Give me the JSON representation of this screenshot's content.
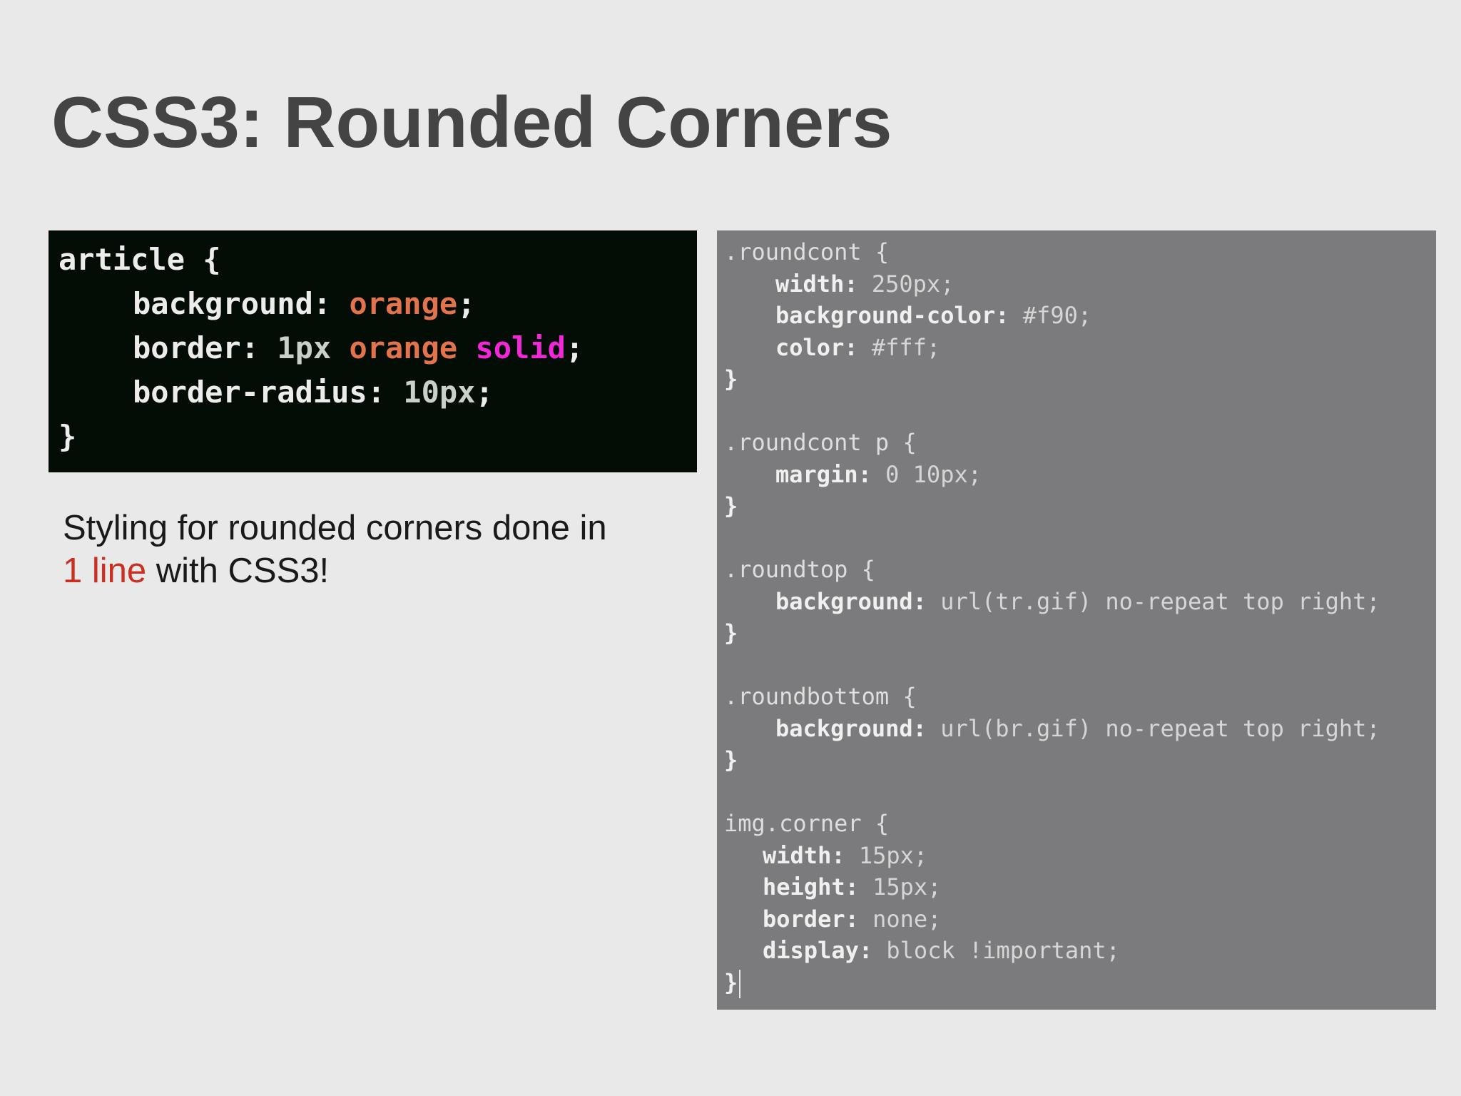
{
  "slide": {
    "title": "CSS3: Rounded Corners"
  },
  "dark_code": {
    "line1": "article {",
    "bg_prop": "background: ",
    "bg_val": "orange",
    "bg_end": ";",
    "border_prop": "border: ",
    "border_num": "1px",
    "border_color": "orange",
    "border_style": "solid",
    "border_end": ";",
    "radius_prop": "border-radius: ",
    "radius_val": "10px",
    "radius_end": ";",
    "close": "}"
  },
  "caption": {
    "line1": "Styling for rounded corners done in",
    "highlight": "1 line",
    "rest": " with CSS3!"
  },
  "gray_code": {
    "rc_sel": ".roundcont {",
    "rc_width_prop": "width: ",
    "rc_width_val": "250px;",
    "rc_bg_prop": "background-color: ",
    "rc_bg_val": "#f90;",
    "rc_color_prop": "color: ",
    "rc_color_val": "#fff;",
    "rc_close": "}",
    "rcp_sel": ".roundcont p {",
    "rcp_margin_prop": "margin: ",
    "rcp_margin_val": "0 10px;",
    "rcp_close": "}",
    "rt_sel": ".roundtop {",
    "rt_bg_prop": "background: ",
    "rt_bg_val": "url(tr.gif) no-repeat top right;",
    "rt_close": "}",
    "rb_sel": ".roundbottom {",
    "rb_bg_prop": "background: ",
    "rb_bg_val": "url(br.gif) no-repeat top right;",
    "rb_close": "}",
    "ic_sel": "img.corner {",
    "ic_width_prop": "width: ",
    "ic_width_val": "15px;",
    "ic_height_prop": "height: ",
    "ic_height_val": "15px;",
    "ic_border_prop": "border: ",
    "ic_border_val": "none;",
    "ic_display_prop": "display: ",
    "ic_display_val": "block !important;",
    "ic_close": "}"
  },
  "colors": {
    "background": "#eae9ea",
    "title": "#444444",
    "dark_code_bg": "#030c05",
    "gray_code_bg": "#7b7a7c",
    "orange_keyword": "#e2734a",
    "magenta_keyword": "#f227d8",
    "caption_highlight": "#cc2e1f"
  }
}
